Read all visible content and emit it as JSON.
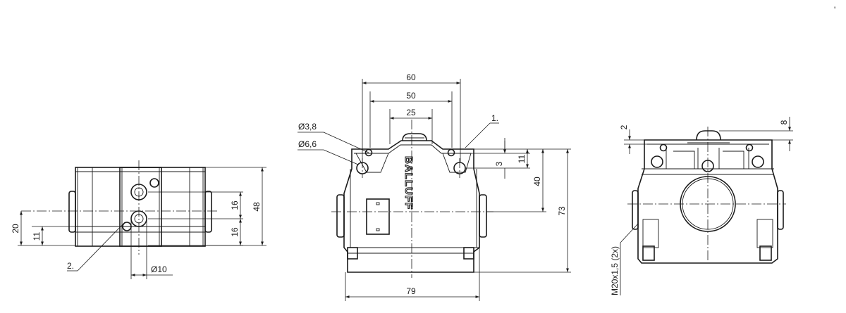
{
  "brand_text": "BALLUFF",
  "callouts": {
    "item1": "1.",
    "item2": "2."
  },
  "left_view": {
    "dims": {
      "d16a": "16",
      "d16b": "16",
      "d48": "48",
      "d20": "20",
      "d11": "11",
      "dia10": "Ø10"
    }
  },
  "front_view": {
    "dims": {
      "d60": "60",
      "d50": "50",
      "d25": "25",
      "dia38": "Ø3,8",
      "dia66": "Ø6,6",
      "d3": "3",
      "d11": "11",
      "d40": "40",
      "d73": "73",
      "d79": "79"
    }
  },
  "right_view": {
    "dims": {
      "d2": "2",
      "d8": "8",
      "thread": "M20x1,5 (2x)"
    }
  },
  "stray_mark": "'"
}
